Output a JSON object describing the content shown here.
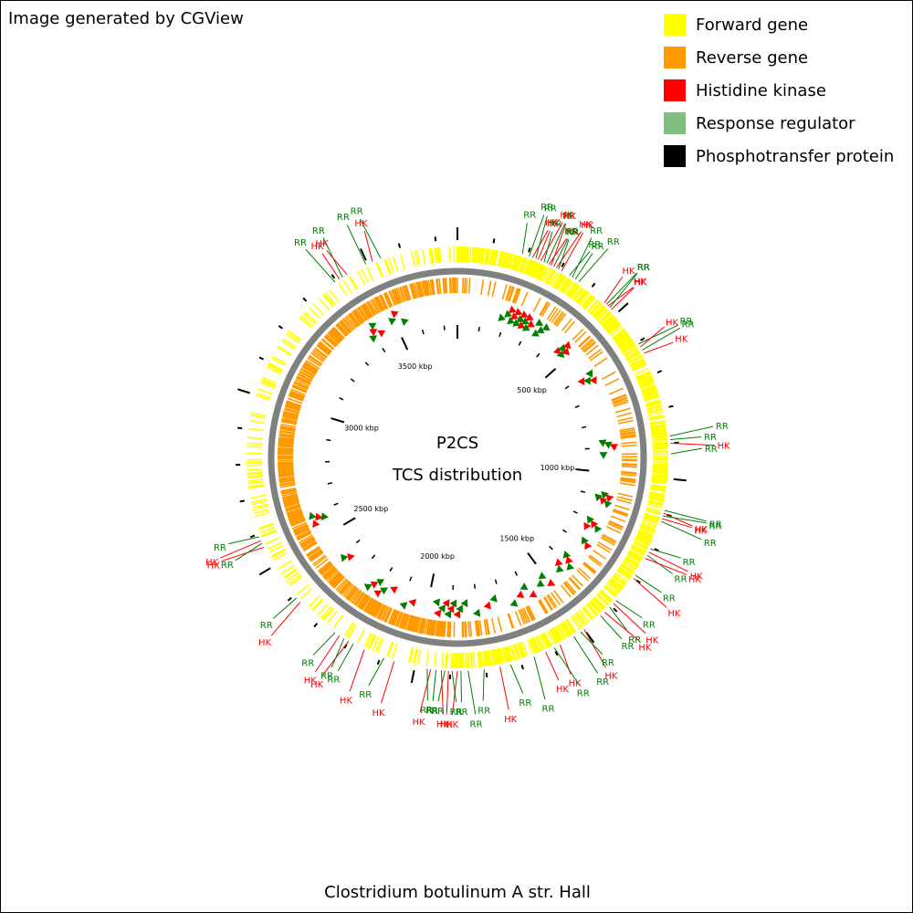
{
  "header": {
    "credit": "Image generated by CGView"
  },
  "legend": [
    {
      "label": "Forward gene",
      "color": "#ffff00"
    },
    {
      "label": "Reverse gene",
      "color": "#ff9900"
    },
    {
      "label": "Histidine kinase",
      "color": "#ff0000"
    },
    {
      "label": "Response regulator",
      "color": "#7fbf7f"
    },
    {
      "label": "Phosphotransfer protein",
      "color": "#000000"
    }
  ],
  "center": {
    "line1": "P2CS",
    "line2": "TCS distribution"
  },
  "footer": {
    "organism": "Clostridium botulinum A str. Hall"
  },
  "colors": {
    "forward": "#ffff00",
    "reverse": "#ff9900",
    "hk": "#ff0000",
    "rr": "#008000",
    "backbone": "#808080"
  },
  "chart_data": {
    "type": "circular-genome-map",
    "genome_size_kbp": 3760,
    "axis_labels": [
      {
        "kbp": 500,
        "label": "500 kbp"
      },
      {
        "kbp": 1000,
        "label": "1000 kbp"
      },
      {
        "kbp": 1500,
        "label": "1500 kbp"
      },
      {
        "kbp": 2000,
        "label": "2000 kbp"
      },
      {
        "kbp": 2500,
        "label": "2500 kbp"
      },
      {
        "kbp": 3000,
        "label": "3000 kbp"
      },
      {
        "kbp": 3500,
        "label": "3500 kbp"
      }
    ],
    "tcs_features": [
      {
        "type": "RR",
        "kbp": 185
      },
      {
        "type": "RR",
        "kbp": 205
      },
      {
        "type": "HK",
        "kbp": 215
      },
      {
        "type": "RR",
        "kbp": 225
      },
      {
        "type": "HK",
        "kbp": 232
      },
      {
        "type": "HK",
        "kbp": 240
      },
      {
        "type": "RR",
        "kbp": 250
      },
      {
        "type": "RR",
        "kbp": 258
      },
      {
        "type": "HK",
        "kbp": 265
      },
      {
        "type": "HK",
        "kbp": 272
      },
      {
        "type": "RR",
        "kbp": 280
      },
      {
        "type": "HK",
        "kbp": 288
      },
      {
        "type": "RR",
        "kbp": 295
      },
      {
        "type": "HK",
        "kbp": 305
      },
      {
        "type": "RR",
        "kbp": 330
      },
      {
        "type": "RR",
        "kbp": 340
      },
      {
        "type": "RR",
        "kbp": 350
      },
      {
        "type": "RR",
        "kbp": 362
      },
      {
        "type": "HK",
        "kbp": 455
      },
      {
        "type": "RR",
        "kbp": 462
      },
      {
        "type": "HK",
        "kbp": 468
      },
      {
        "type": "RR",
        "kbp": 475
      },
      {
        "type": "HK",
        "kbp": 482
      },
      {
        "type": "RR",
        "kbp": 605
      },
      {
        "type": "HK",
        "kbp": 615
      },
      {
        "type": "RR",
        "kbp": 625
      },
      {
        "type": "HK",
        "kbp": 635
      },
      {
        "type": "RR",
        "kbp": 880
      },
      {
        "type": "RR",
        "kbp": 890
      },
      {
        "type": "HK",
        "kbp": 900
      },
      {
        "type": "RR",
        "kbp": 930
      },
      {
        "type": "RR",
        "kbp": 1090
      },
      {
        "type": "HK",
        "kbp": 1098
      },
      {
        "type": "RR",
        "kbp": 1106
      },
      {
        "type": "HK",
        "kbp": 1114
      },
      {
        "type": "RR",
        "kbp": 1122
      },
      {
        "type": "RR",
        "kbp": 1205
      },
      {
        "type": "HK",
        "kbp": 1215
      },
      {
        "type": "RR",
        "kbp": 1225
      },
      {
        "type": "HK",
        "kbp": 1235
      },
      {
        "type": "RR",
        "kbp": 1290
      },
      {
        "type": "HK",
        "kbp": 1300
      },
      {
        "type": "RR",
        "kbp": 1380
      },
      {
        "type": "HK",
        "kbp": 1390
      },
      {
        "type": "RR",
        "kbp": 1405
      },
      {
        "type": "HK",
        "kbp": 1425
      },
      {
        "type": "RR",
        "kbp": 1440
      },
      {
        "type": "HK",
        "kbp": 1500
      },
      {
        "type": "RR",
        "kbp": 1512
      },
      {
        "type": "RR",
        "kbp": 1535
      },
      {
        "type": "HK",
        "kbp": 1580
      },
      {
        "type": "RR",
        "kbp": 1598
      },
      {
        "type": "HK",
        "kbp": 1625
      },
      {
        "type": "RR",
        "kbp": 1660
      },
      {
        "type": "RR",
        "kbp": 1730
      },
      {
        "type": "HK",
        "kbp": 1760
      },
      {
        "type": "RR",
        "kbp": 1805
      },
      {
        "type": "RR",
        "kbp": 1850
      },
      {
        "type": "RR",
        "kbp": 1870
      },
      {
        "type": "HK",
        "kbp": 1880
      },
      {
        "type": "RR",
        "kbp": 1895
      },
      {
        "type": "HK",
        "kbp": 1905
      },
      {
        "type": "RR",
        "kbp": 1915
      },
      {
        "type": "HK",
        "kbp": 1925
      },
      {
        "type": "RR",
        "kbp": 1940
      },
      {
        "type": "HK",
        "kbp": 1955
      },
      {
        "type": "RR",
        "kbp": 1965
      },
      {
        "type": "HK",
        "kbp": 2060
      },
      {
        "type": "RR",
        "kbp": 2090
      },
      {
        "type": "HK",
        "kbp": 2150
      },
      {
        "type": "RR",
        "kbp": 2185
      },
      {
        "type": "HK",
        "kbp": 2200
      },
      {
        "type": "RR",
        "kbp": 2215
      },
      {
        "type": "HK",
        "kbp": 2230
      },
      {
        "type": "RR",
        "kbp": 2245
      },
      {
        "type": "HK",
        "kbp": 2375
      },
      {
        "type": "RR",
        "kbp": 2390
      },
      {
        "type": "HK",
        "kbp": 2560
      },
      {
        "type": "RR",
        "kbp": 2572
      },
      {
        "type": "HK",
        "kbp": 2580
      },
      {
        "type": "RR",
        "kbp": 2592
      },
      {
        "type": "RR",
        "kbp": 3395
      },
      {
        "type": "HK",
        "kbp": 3410
      },
      {
        "type": "RR",
        "kbp": 3420
      },
      {
        "type": "HK",
        "kbp": 3435
      },
      {
        "type": "RR",
        "kbp": 3495
      },
      {
        "type": "HK",
        "kbp": 3515
      },
      {
        "type": "RR",
        "kbp": 3540
      }
    ]
  }
}
